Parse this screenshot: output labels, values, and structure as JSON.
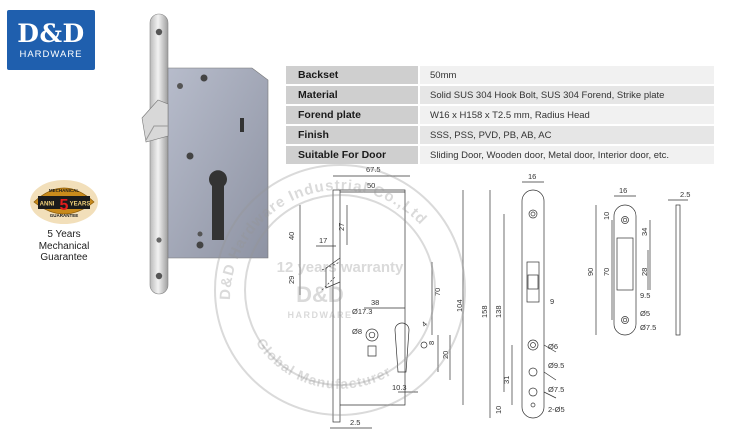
{
  "logo": {
    "main": "D&D",
    "sub": "HARDWARE"
  },
  "badge": {
    "mark_top": "MECHANICAL",
    "mark_anni": "ANNI",
    "mark_number": "5",
    "mark_years": "YEARS",
    "mark_bottom": "GUARANTEE",
    "caption_line1": "5 Years",
    "caption_line2": "Mechanical",
    "caption_line3": "Guarantee"
  },
  "specs": [
    {
      "label": "Backset",
      "value": "50mm"
    },
    {
      "label": "Material",
      "value": "Solid SUS 304 Hook Bolt, SUS 304 Forend, Strike plate"
    },
    {
      "label": "Forend plate",
      "value": "W16 x H158 x T2.5 mm, Radius Head"
    },
    {
      "label": "Finish",
      "value": "SSS, PSS, PVD, PB, AB, AC"
    },
    {
      "label": "Suitable For Door",
      "value": "Sliding Door, Wooden door, Metal door,  Interior door,  etc."
    }
  ],
  "watermark": {
    "arc_top": "D&D Hardware Industrial Co.,Ltd",
    "middle": "12 years warranty",
    "brand": "D&D",
    "brand_sub": "HARDWARE",
    "arc_bottom": "Global Manufacturer"
  },
  "dimensions": {
    "d67_5": "67.5",
    "d50": "50",
    "d27": "27",
    "d40": "40",
    "d17": "17",
    "d29": "29",
    "d38": "38",
    "d70a": "70",
    "d104": "104",
    "d17_3": "Ø17.3",
    "d8a": "Ø8",
    "d8b": "8",
    "d4": "4",
    "d20": "20",
    "d10_3": "10.3",
    "d2_5a": "2.5",
    "d16a": "16",
    "d158": "158",
    "d138": "138",
    "d9": "9",
    "d6": "Ø6",
    "d9_5a": "Ø9.5",
    "d31": "31",
    "d7_5a": "Ø7.5",
    "d10a": "10",
    "d2_5b": "2-Ø5",
    "d16b": "16",
    "d10b": "10",
    "d34": "34",
    "d90": "90",
    "d70b": "70",
    "d28": "28",
    "d9_5b": "9.5",
    "d5": "Ø5",
    "d7_5b": "Ø7.5",
    "d2_5c": "2.5"
  }
}
